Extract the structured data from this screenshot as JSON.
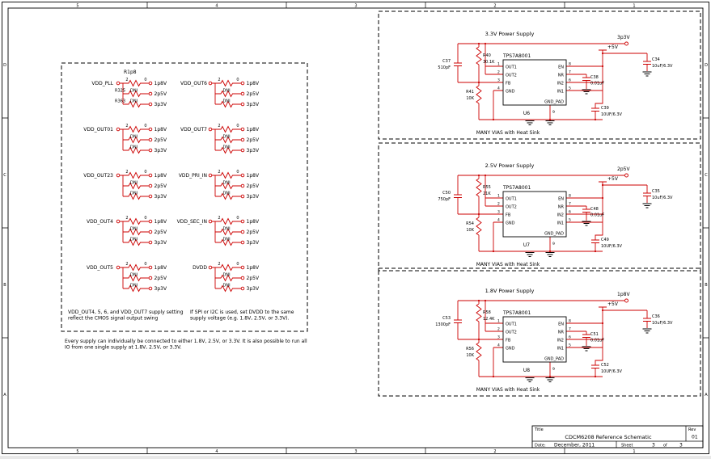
{
  "frame": {
    "top_zones": [
      "5",
      "4",
      "3",
      "2",
      "1"
    ],
    "bottom_zones": [
      "5",
      "4",
      "3",
      "2",
      "1"
    ],
    "left_zones": [
      "D",
      "C",
      "B",
      "A"
    ],
    "right_zones": [
      "D",
      "C",
      "B",
      "A"
    ]
  },
  "left_panel": {
    "refdes": "R1p8",
    "pin_left": "2",
    "pin_right": "0",
    "dni": "DNI",
    "options": [
      "1p8V",
      "2p5V",
      "3p3V"
    ],
    "groups": [
      {
        "name": "VDD_PLL",
        "r1": "R325",
        "r2": "R363"
      },
      {
        "name": "VDD_OUT01",
        "r1": "",
        "r2": ""
      },
      {
        "name": "VDD_OUT23",
        "r1": "",
        "r2": ""
      },
      {
        "name": "VDD_OUT4",
        "r1": "",
        "r2": ""
      },
      {
        "name": "VDD_OUT5",
        "r1": "",
        "r2": ""
      },
      {
        "name": "VDD_OUT6",
        "r1": "",
        "r2": ""
      },
      {
        "name": "VDD_OUT7",
        "r1": "",
        "r2": ""
      },
      {
        "name": "VDD_PRI_IN",
        "r1": "",
        "r2": ""
      },
      {
        "name": "VDD_SEC_IN",
        "r1": "",
        "r2": ""
      },
      {
        "name": "DVDD",
        "r1": "",
        "r2": ""
      }
    ],
    "note1a": "VDD_OUT4, 5, 6, and VDD_OUT7 supply setting",
    "note1b": "reflect the CMOS signal output swing",
    "note2a": "If SPI or I2C is used, set DVDD to the same",
    "note2b": "supply voltage (e.g. 1.8V, 2.5V, or 3.3V).",
    "note3a": "Every supply can individually be connected to either 1.8V, 2.5V, or 3.3V. It is also possible to run all",
    "note3b": "IO from one single supply at 1.8V, 2.5V, or 3.3V."
  },
  "ldo": {
    "pins_left": [
      "OUT1",
      "OUT2",
      "FB",
      "GND"
    ],
    "pin_pad": "GND_PAD",
    "pins_right": [
      "EN",
      "NR",
      "IN2",
      "IN1"
    ],
    "nums_left": [
      "1",
      "2",
      "3",
      "4"
    ],
    "nums_right": [
      "8",
      "7",
      "6",
      "5"
    ],
    "pad_num": "9",
    "vin": "+5V",
    "note": "MANY VIAS with Heat Sink"
  },
  "supplies": [
    {
      "title": "3.3V Power Supply",
      "ic": "TPS7A8001",
      "refdes": "U6",
      "out_net": "3p3V",
      "cff_ref": "C37",
      "cff_val": "510pF",
      "rtop_ref": "R40",
      "rtop_val": "30.1K",
      "rbot_ref": "R41",
      "rbot_val": "10K",
      "cnr_ref": "C38",
      "cnr_val": "0.01uF",
      "cin_ref": "C34",
      "cin_val": "10uF/6.3V",
      "cout_ref": "C39",
      "cout_val": "10UF/6.3V"
    },
    {
      "title": "2.5V Power Supply",
      "ic": "TPS7A8001",
      "refdes": "U7",
      "out_net": "2p5V",
      "cff_ref": "C50",
      "cff_val": "750pF",
      "rtop_ref": "R55",
      "rtop_val": "21K",
      "rbot_ref": "R54",
      "rbot_val": "10K",
      "cnr_ref": "C48",
      "cnr_val": "0.01uF",
      "cin_ref": "C35",
      "cin_val": "10uF/6.3V",
      "cout_ref": "C49",
      "cout_val": "10UF/6.3V"
    },
    {
      "title": "1.8V Power Supply",
      "ic": "TPS7A8001",
      "refdes": "U8",
      "out_net": "1p8V",
      "cff_ref": "C53",
      "cff_val": "1300pF",
      "rtop_ref": "R58",
      "rtop_val": "12.4K",
      "rbot_ref": "R56",
      "rbot_val": "10K",
      "cnr_ref": "C51",
      "cnr_val": "0.01uF",
      "cin_ref": "C36",
      "cin_val": "10uF/6.3V",
      "cout_ref": "C52",
      "cout_val": "10UF/6.3V"
    }
  ],
  "title_block": {
    "title_label": "Title",
    "title": "CDCM6208 Reference Schematic",
    "rev_label": "Rev",
    "rev": "01",
    "date_label": "Date:",
    "date": "December, 2011",
    "sheet_label": "Sheet",
    "sheet": "3",
    "of_label": "of",
    "total": "3"
  },
  "colors": {
    "wire": "#cc0000",
    "line": "#000000"
  }
}
